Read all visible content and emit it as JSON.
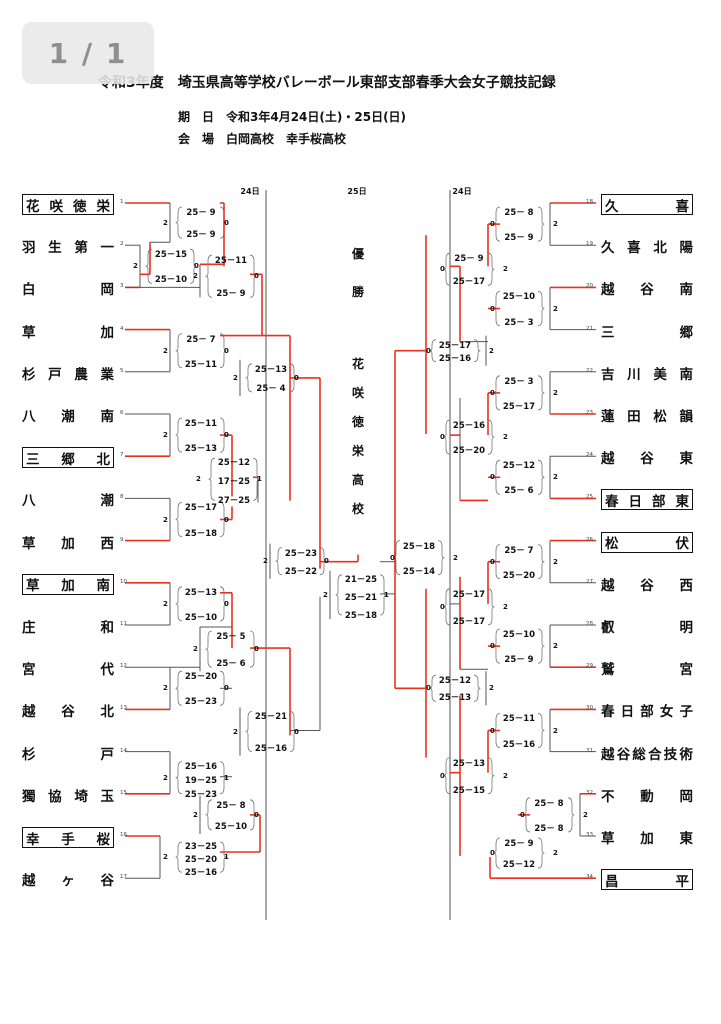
{
  "pager": "1 / 1",
  "header": {
    "title": "令和3年度　埼玉県高等学校バレーボール東部支部春季大会女子競技記録",
    "date": "期　日　令和3年4月24日(土)・25日(日)",
    "venue": "会　場　白岡高校　幸手桜高校"
  },
  "days": {
    "left": "24日",
    "center": "25日",
    "right": "24日"
  },
  "champion": {
    "label": "優勝",
    "team": "花咲徳栄高校"
  },
  "left_teams": [
    "花咲徳栄",
    "羽生第一",
    "白岡",
    "草加",
    "杉戸農業",
    "八潮南",
    "三郷北",
    "八潮",
    "草加西",
    "草加南",
    "庄和",
    "宮代",
    "越谷北",
    "杉戸",
    "獨協埼玉",
    "幸手桜",
    "越ヶ谷"
  ],
  "right_teams": [
    "久喜",
    "久喜北陽",
    "越谷南",
    "三郷",
    "吉川美南",
    "蓮田松韻",
    "越谷東",
    "春日部東",
    "松伏",
    "越谷西",
    "叡明",
    "鷲宮",
    "春日部女子",
    "越谷総合技術",
    "不動岡",
    "草加東",
    "昌平"
  ],
  "left_index": [
    "1",
    "2",
    "3",
    "4",
    "5",
    "6",
    "7",
    "8",
    "9",
    "10",
    "11",
    "12",
    "13",
    "14",
    "15",
    "16",
    "17"
  ],
  "right_index": [
    "18",
    "19",
    "20",
    "21",
    "22",
    "23",
    "24",
    "25",
    "26",
    "27",
    "28",
    "29",
    "30",
    "31",
    "32",
    "33",
    "34"
  ],
  "matches": {
    "l_q1": [
      "25－15",
      "25－10"
    ],
    "l_r1a": [
      "25－ 9",
      "25－ 9"
    ],
    "l_r1b": [
      "25－11",
      "25－ 9"
    ],
    "l_r1c": [
      "25－ 7",
      "25－11"
    ],
    "l_r1d": [
      "25－11",
      "25－13"
    ],
    "l_r1e": [
      "25－12",
      "17－25",
      "27－25"
    ],
    "l_r1f": [
      "25－17",
      "25－18"
    ],
    "l_r1g": [
      "25－13",
      "25－10"
    ],
    "l_r1h": [
      "25－ 5",
      "25－ 6"
    ],
    "l_r1i": [
      "25－20",
      "25－23"
    ],
    "l_r1j": [
      "25－16",
      "19－25",
      "25－23"
    ],
    "l_r1k": [
      "25－ 8",
      "25－10"
    ],
    "l_r1l": [
      "23－25",
      "25－20",
      "25－16"
    ],
    "l_r2a": [
      "25－13",
      "25－ 4"
    ],
    "l_r2b": [
      "25－21",
      "25－16"
    ],
    "l_sf": [
      "25－23",
      "25－22"
    ],
    "final": [
      "21－25",
      "25－21",
      "25－18"
    ],
    "r_r1a": [
      "25－ 8",
      "25－ 9"
    ],
    "r_r1b": [
      "25－ 9",
      "25－17"
    ],
    "r_r1c": [
      "25－10",
      "25－ 3"
    ],
    "r_r1d": [
      "25－ 3",
      "25－17"
    ],
    "r_r1e": [
      "25－16",
      "25－20"
    ],
    "r_r1f": [
      "25－12",
      "25－ 6"
    ],
    "r_r1g": [
      "25－ 7",
      "25－20"
    ],
    "r_r1h": [
      "25－17",
      "25－17"
    ],
    "r_r1i": [
      "25－10",
      "25－ 9"
    ],
    "r_r1j": [
      "25－11",
      "25－16"
    ],
    "r_r1k": [
      "25－13",
      "25－15"
    ],
    "r_q1": [
      "25－ 8",
      "25－ 8"
    ],
    "r_r1l": [
      "25－ 9",
      "25－12"
    ],
    "r_r2a": [
      "25－17",
      "25－16"
    ],
    "r_r2b": [
      "25－12",
      "25－13"
    ],
    "r_sf": [
      "25－18",
      "25－14"
    ]
  },
  "colors": {
    "win": "#e8321e",
    "line": "#555555"
  }
}
